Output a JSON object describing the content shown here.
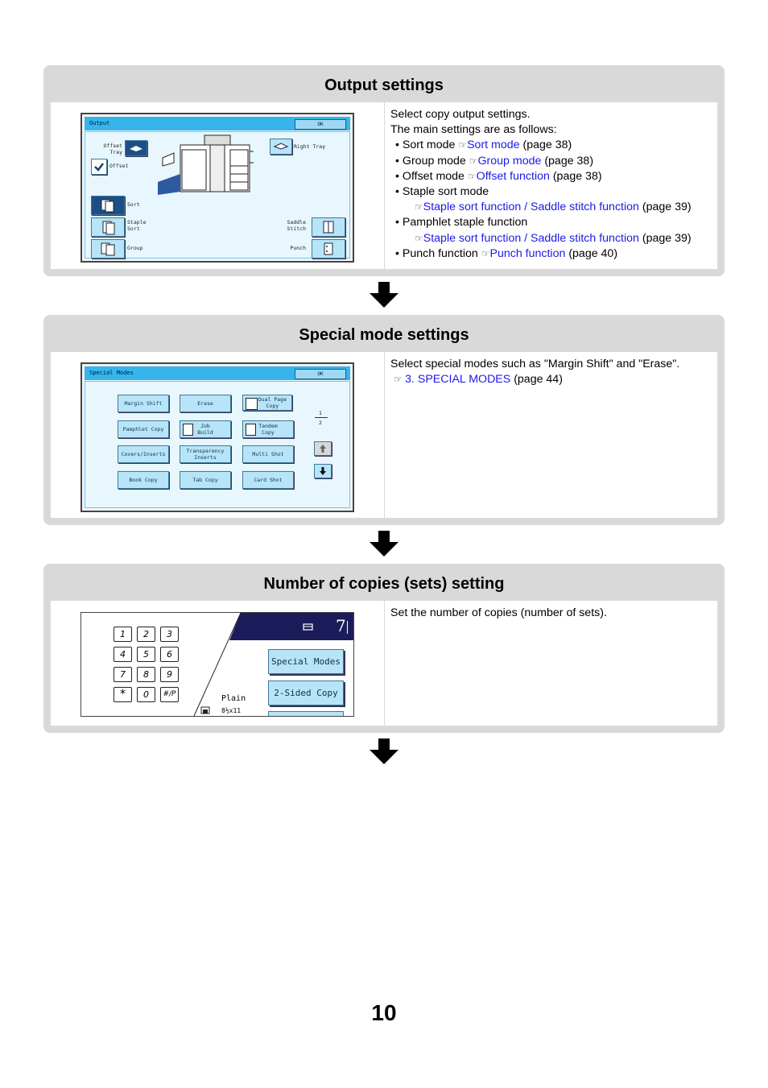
{
  "sections": {
    "output": {
      "title": "Output settings",
      "screen": {
        "title": "Output",
        "ok": "OK",
        "offset_tray": "Offset\nTray",
        "offset": "Offset",
        "right_tray": "Right Tray",
        "sort": "Sort",
        "staple_sort": "Staple\nSort",
        "group": "Group",
        "saddle_stitch": "Saddle\nStitch",
        "punch": "Punch"
      },
      "description": {
        "line1": "Select copy output settings.",
        "line2": "The main settings are as follows:",
        "sort_prefix": "Sort mode ",
        "sort_link": "Sort mode",
        "sort_suffix": " (page 38)",
        "group_prefix": "Group mode ",
        "group_link": "Group mode",
        "group_suffix": " (page 38)",
        "offset_prefix": "Offset mode ",
        "offset_link": "Offset function",
        "offset_suffix": " (page 38)",
        "staple_label": "Staple sort mode",
        "staple_link": "Staple sort function / Saddle stitch function",
        "staple_suffix": " (page 39)",
        "pamphlet_label": "Pamphlet staple function",
        "pamphlet_link": "Staple sort function / Saddle stitch function",
        "pamphlet_suffix": " (page 39)",
        "punch_prefix": "Punch function ",
        "punch_link": "Punch function",
        "punch_suffix": " (page 40)"
      }
    },
    "special": {
      "title": "Special mode settings",
      "screen": {
        "title": "Special Modes",
        "ok": "OK",
        "buttons": [
          "Margin Shift",
          "Erase",
          "Dual Page\nCopy",
          "Pamphlet Copy",
          "Job\nBuild",
          "Tandem\nCopy",
          "Covers/Inserts",
          "Transparency\nInserts",
          "Multi Shot",
          "Book Copy",
          "Tab Copy",
          "Card Shot"
        ],
        "page_current": "1",
        "page_total": "2"
      },
      "description": {
        "line1": "Select special modes such as \"Margin Shift\" and \"Erase\".",
        "link": "3. SPECIAL MODES",
        "suffix": " (page 44)"
      }
    },
    "copies": {
      "title": "Number of copies (sets) setting",
      "screen": {
        "keys": [
          "1",
          "2",
          "3",
          "4",
          "5",
          "6",
          "7",
          "8",
          "9",
          "*",
          "0",
          "#/P"
        ],
        "count": "7",
        "special_modes": "Special Modes",
        "two_sided": "2-Sided Copy",
        "paper_type": "Plain",
        "paper_size": "8½x11"
      },
      "description": {
        "line1": "Set the number of copies (number of sets)."
      }
    }
  },
  "page_number": "10",
  "colors": {
    "panel": "#d9d9d9",
    "link": "#1a1ae6",
    "screen_title": "#35b5ec",
    "count_bar": "#1c1c5a"
  },
  "icons": [
    "down-arrow-icon",
    "reference-hand-icon"
  ]
}
